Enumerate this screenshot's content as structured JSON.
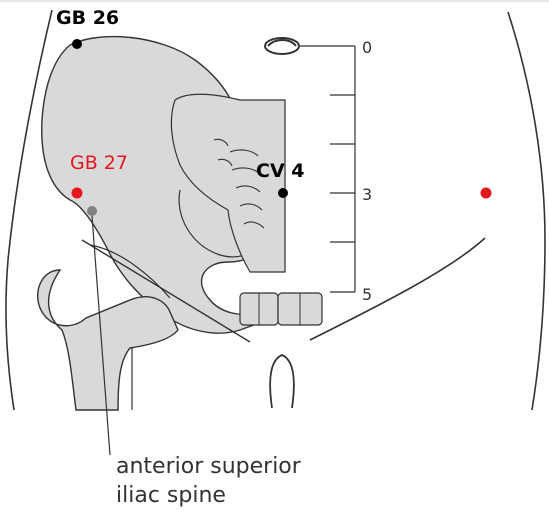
{
  "points": {
    "gb26": {
      "label": "GB 26"
    },
    "gb27": {
      "label": "GB 27"
    },
    "cv4": {
      "label": "CV 4"
    }
  },
  "scale": {
    "ticks": [
      "0",
      "3",
      "5"
    ]
  },
  "annotation": {
    "line1": "anterior superior",
    "line2": "iliac spine"
  },
  "colors": {
    "bone_fill": "#d9d9d9",
    "outline": "#333333",
    "point_black": "#000000",
    "point_red": "#e3171e",
    "point_gray": "#808080",
    "label_red": "#e3171e"
  }
}
